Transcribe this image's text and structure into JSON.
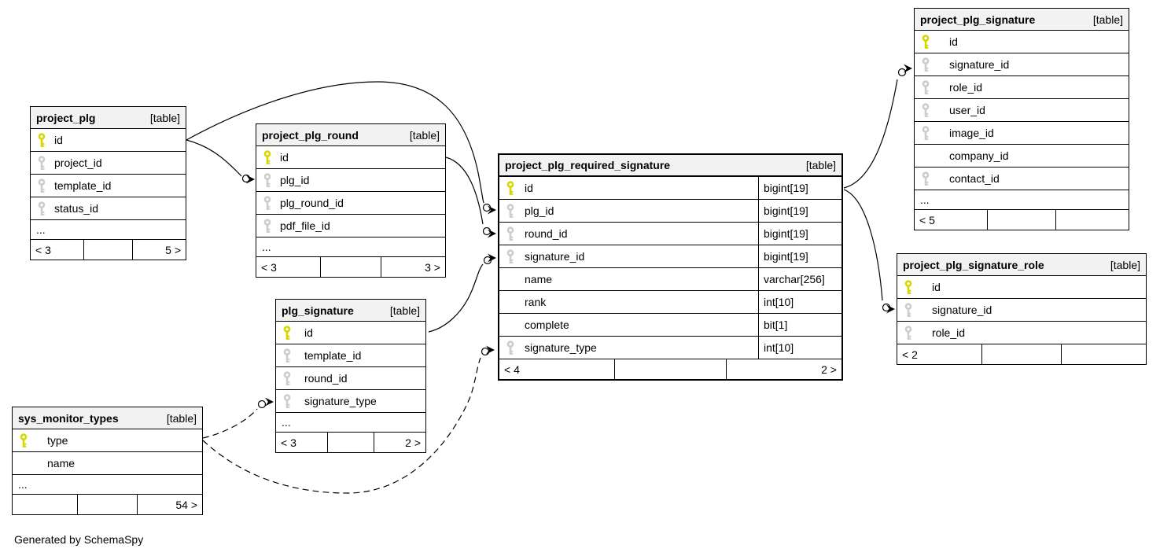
{
  "page": {
    "note": "Generated by SchemaSpy"
  },
  "colors": {
    "header_bg": "#f2f2f2",
    "primary_key": "#d6d600",
    "foreign_key": "#cccccc",
    "line": "#000000",
    "row_bg": "#ffffff"
  },
  "tables": [
    {
      "id": "project_plg",
      "name": "project_plg",
      "tag": "[table]",
      "emphasized": false,
      "columns": [
        {
          "name": "id",
          "key": "pk"
        },
        {
          "name": "project_id",
          "key": "fk"
        },
        {
          "name": "template_id",
          "key": "fk"
        },
        {
          "name": "status_id",
          "key": "fk"
        },
        {
          "name": "...",
          "key": "none",
          "ellipsis": true
        }
      ],
      "footer": {
        "left": "< 3",
        "center": "",
        "right": "5 >"
      }
    },
    {
      "id": "project_plg_round",
      "name": "project_plg_round",
      "tag": "[table]",
      "emphasized": false,
      "columns": [
        {
          "name": "id",
          "key": "pk"
        },
        {
          "name": "plg_id",
          "key": "fk"
        },
        {
          "name": "plg_round_id",
          "key": "fk"
        },
        {
          "name": "pdf_file_id",
          "key": "fk"
        },
        {
          "name": "...",
          "key": "none",
          "ellipsis": true
        }
      ],
      "footer": {
        "left": "< 3",
        "center": "",
        "right": "3 >"
      }
    },
    {
      "id": "project_plg_required_signature",
      "name": "project_plg_required_signature",
      "tag": "[table]",
      "emphasized": true,
      "columns": [
        {
          "name": "id",
          "key": "pk",
          "type": "bigint[19]"
        },
        {
          "name": "plg_id",
          "key": "fk",
          "type": "bigint[19]"
        },
        {
          "name": "round_id",
          "key": "fk",
          "type": "bigint[19]"
        },
        {
          "name": "signature_id",
          "key": "fk",
          "type": "bigint[19]"
        },
        {
          "name": "name",
          "key": "none",
          "type": "varchar[256]"
        },
        {
          "name": "rank",
          "key": "none",
          "type": "int[10]"
        },
        {
          "name": "complete",
          "key": "none",
          "type": "bit[1]"
        },
        {
          "name": "signature_type",
          "key": "fk",
          "type": "int[10]"
        }
      ],
      "footer": {
        "left": "< 4",
        "center": "",
        "right": "2 >"
      }
    },
    {
      "id": "project_plg_signature",
      "name": "project_plg_signature",
      "tag": "[table]",
      "emphasized": false,
      "columns": [
        {
          "name": "id",
          "key": "pk"
        },
        {
          "name": "signature_id",
          "key": "fk"
        },
        {
          "name": "role_id",
          "key": "fk"
        },
        {
          "name": "user_id",
          "key": "fk"
        },
        {
          "name": "image_id",
          "key": "fk"
        },
        {
          "name": "company_id",
          "key": "none"
        },
        {
          "name": "contact_id",
          "key": "fk"
        },
        {
          "name": "...",
          "key": "none",
          "ellipsis": true
        }
      ],
      "footer": {
        "left": "< 5",
        "center": "",
        "right": ""
      }
    },
    {
      "id": "project_plg_signature_role",
      "name": "project_plg_signature_role",
      "tag": "[table]",
      "emphasized": false,
      "columns": [
        {
          "name": "id",
          "key": "pk"
        },
        {
          "name": "signature_id",
          "key": "fk"
        },
        {
          "name": "role_id",
          "key": "fk"
        }
      ],
      "footer": {
        "left": "< 2",
        "center": "",
        "right": ""
      }
    },
    {
      "id": "plg_signature",
      "name": "plg_signature",
      "tag": "[table]",
      "emphasized": false,
      "columns": [
        {
          "name": "id",
          "key": "pk"
        },
        {
          "name": "template_id",
          "key": "fk"
        },
        {
          "name": "round_id",
          "key": "fk"
        },
        {
          "name": "signature_type",
          "key": "fk"
        },
        {
          "name": "...",
          "key": "none",
          "ellipsis": true
        }
      ],
      "footer": {
        "left": "< 3",
        "center": "",
        "right": "2 >"
      }
    },
    {
      "id": "sys_monitor_types",
      "name": "sys_monitor_types",
      "tag": "[table]",
      "emphasized": false,
      "columns": [
        {
          "name": "type",
          "key": "pk"
        },
        {
          "name": "name",
          "key": "none"
        },
        {
          "name": "...",
          "key": "none",
          "ellipsis": true
        }
      ],
      "footer": {
        "left": "",
        "center": "",
        "right": "54 >"
      }
    }
  ],
  "relationships": [
    {
      "from": "project_plg.id",
      "to": "project_plg_round.plg_id",
      "style": "solid"
    },
    {
      "from": "project_plg.id",
      "to": "project_plg_required_signature.plg_id",
      "style": "solid"
    },
    {
      "from": "project_plg_round.id",
      "to": "project_plg_required_signature.round_id",
      "style": "solid"
    },
    {
      "from": "plg_signature.id",
      "to": "project_plg_required_signature.signature_id",
      "style": "solid"
    },
    {
      "from": "project_plg_required_signature.id",
      "to": "project_plg_signature.signature_id",
      "style": "solid"
    },
    {
      "from": "project_plg_required_signature.id",
      "to": "project_plg_signature_role.signature_id",
      "style": "solid"
    },
    {
      "from": "sys_monitor_types.type",
      "to": "plg_signature.signature_type",
      "style": "dashed"
    },
    {
      "from": "sys_monitor_types.type",
      "to": "project_plg_required_signature.signature_type",
      "style": "dashed"
    }
  ]
}
